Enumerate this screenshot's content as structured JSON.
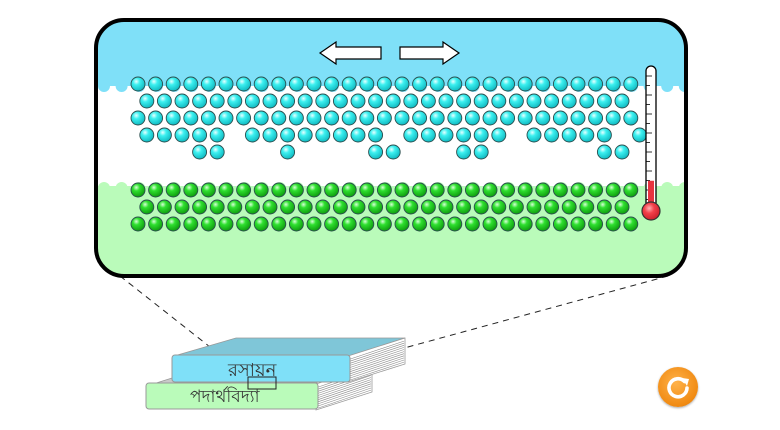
{
  "scene": {
    "top_phase_color": "#7fe0f8",
    "bottom_phase_color": "#bafbba",
    "interface_color": "#ffffff",
    "upper_particle_color": "#2ee6e6",
    "lower_particle_color": "#22cc22",
    "upper_rows": [
      {
        "count": 29,
        "offset": 0
      },
      {
        "count": 28,
        "offset": 0.5
      },
      {
        "count": 29,
        "offset": 0
      },
      {
        "pattern": [
          1,
          1,
          1,
          1,
          1,
          0,
          1,
          1,
          1,
          1,
          1,
          1,
          1,
          1,
          0,
          1,
          1,
          1,
          1,
          1,
          1,
          0,
          1,
          1,
          1,
          1,
          1,
          0,
          1
        ],
        "offset": 0.5
      },
      {
        "pattern": [
          0,
          0,
          0,
          1,
          1,
          0,
          0,
          0,
          1,
          0,
          0,
          0,
          0,
          1,
          1,
          0,
          0,
          0,
          1,
          1,
          0,
          0,
          0,
          0,
          0,
          0,
          1,
          1,
          0
        ],
        "offset": 0.5
      }
    ],
    "lower_rows": [
      {
        "count": 29,
        "offset": 0
      },
      {
        "count": 28,
        "offset": 0.5
      },
      {
        "count": 29,
        "offset": 0
      }
    ],
    "arrows": [
      "left-arrow-icon",
      "right-arrow-icon"
    ],
    "thermometer": {
      "level_fraction": 0.22,
      "fluid_color": "#e8333f",
      "tick_count": 15
    }
  },
  "books": {
    "top": {
      "label": "রসায়ন",
      "color": "#7fe0f8"
    },
    "bottom": {
      "label": "পদার্থবিদ্যা",
      "color": "#bafbba"
    }
  },
  "controls": {
    "replay_icon": "replay-icon",
    "replay_color": "#f08a12"
  }
}
